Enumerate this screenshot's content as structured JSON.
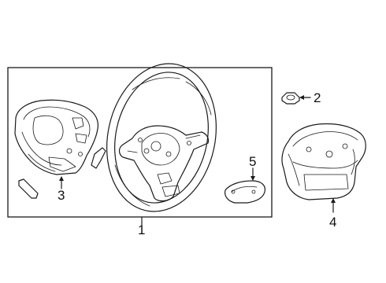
{
  "diagram": {
    "callouts": [
      {
        "id": "1",
        "text": "1"
      },
      {
        "id": "2",
        "text": "2"
      },
      {
        "id": "3",
        "text": "3"
      },
      {
        "id": "4",
        "text": "4"
      },
      {
        "id": "5",
        "text": "5"
      }
    ],
    "line_color": "#1a1a1a",
    "background": "#ffffff"
  }
}
